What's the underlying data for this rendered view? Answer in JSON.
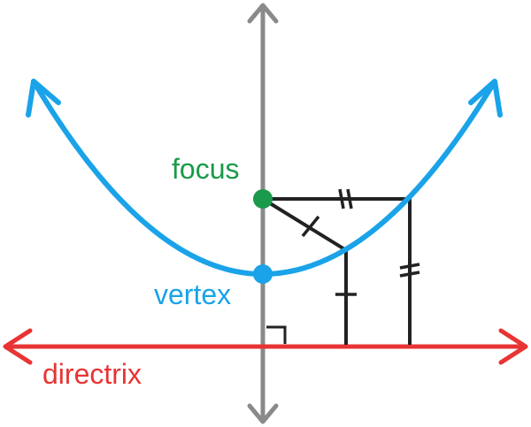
{
  "labels": {
    "focus": "focus",
    "vertex": "vertex",
    "directrix": "directrix"
  },
  "colors": {
    "axis": "#8a8a8a",
    "parabola": "#1aa3e8",
    "directrix": "#e83434",
    "focus": "#1a9a4a",
    "vertex": "#1aa3e8",
    "construction": "#222222"
  }
}
